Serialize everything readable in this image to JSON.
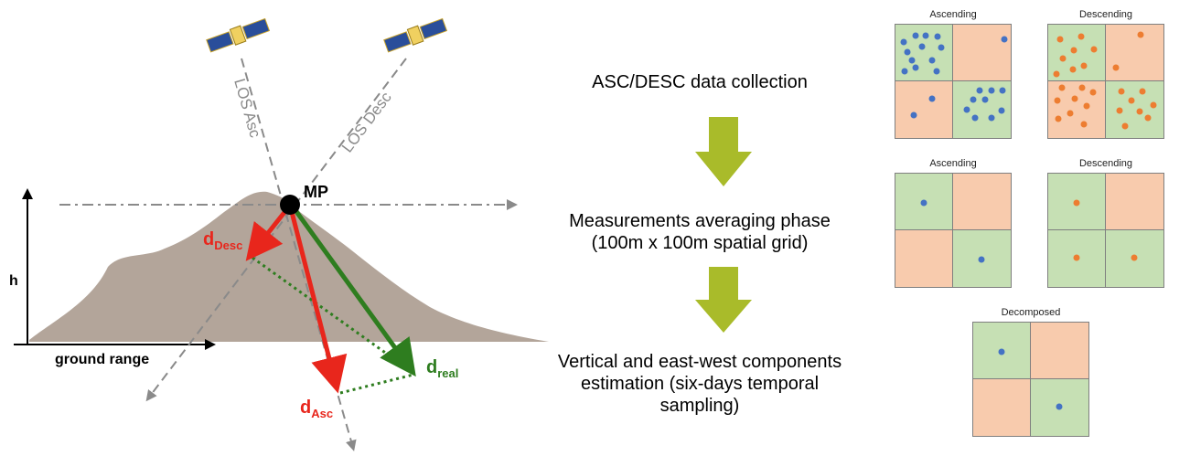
{
  "left_diagram": {
    "los_asc_label": "LOS Asc",
    "los_desc_label": "LOS Desc",
    "mp_label": "MP",
    "d_desc": {
      "base": "d",
      "sub": "Desc"
    },
    "d_asc": {
      "base": "d",
      "sub": "Asc"
    },
    "d_real": {
      "base": "d",
      "sub": "real"
    },
    "h_axis_label": "h",
    "ground_axis_label": "ground range",
    "colors": {
      "terrain": "#b3a59a",
      "desc_arrow": "#e8261c",
      "real_arrow": "#2e7d1f",
      "los": "#8a8a8a"
    }
  },
  "flow": {
    "step1": "ASC/DESC data collection",
    "step2_line1": "Measurements averaging phase",
    "step2_line2": "(100m x 100m spatial grid)",
    "step3_line1": "Vertical and east-west components",
    "step3_line2": "estimation (six-days temporal",
    "step3_line3": "sampling)",
    "arrow_color": "#a9bb2a"
  },
  "panels": {
    "raw_asc_title": "Ascending",
    "raw_desc_title": "Descending",
    "avg_asc_title": "Ascending",
    "avg_desc_title": "Descending",
    "decomposed_title": "Decomposed",
    "colors": {
      "green_cell": "#c6e0b4",
      "orange_cell": "#f8cbad",
      "asc_dot": "#4472c4",
      "desc_dot": "#ed7d31",
      "border": "#7f7f7f"
    }
  }
}
